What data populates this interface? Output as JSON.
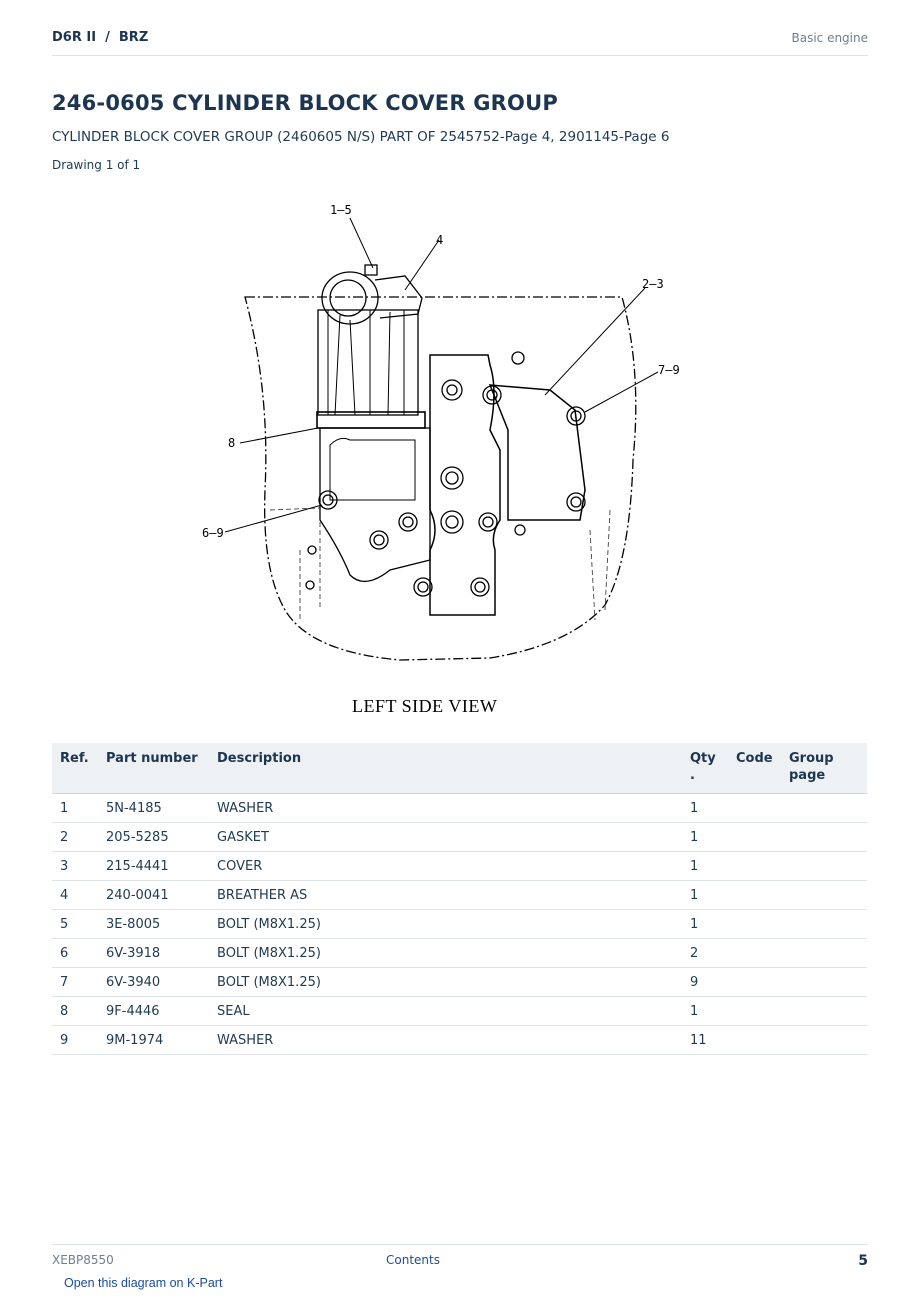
{
  "header": {
    "breadcrumb": "D6R II  /  BRZ",
    "section": "Basic engine"
  },
  "title": "246-0605 CYLINDER BLOCK COVER GROUP",
  "subtitle": "CYLINDER BLOCK COVER GROUP (2460605 N/S) PART OF 2545752-Page 4, 2901145-Page 6",
  "drawing_count": "Drawing 1 of 1",
  "diagram": {
    "view_label": "LEFT SIDE VIEW",
    "callouts": [
      "1–5",
      "4",
      "2–3",
      "7–9",
      "8",
      "6–9"
    ]
  },
  "table": {
    "headers": {
      "ref": "Ref.",
      "part_number": "Part number",
      "description": "Description",
      "qty": "Qty\n.",
      "code": "Code",
      "group_page": "Group\npage"
    },
    "rows": [
      {
        "ref": "1",
        "part_number": "5N-4185",
        "description": "WASHER",
        "qty": "1",
        "code": "",
        "group_page": ""
      },
      {
        "ref": "2",
        "part_number": "205-5285",
        "description": "GASKET",
        "qty": "1",
        "code": "",
        "group_page": ""
      },
      {
        "ref": "3",
        "part_number": "215-4441",
        "description": "COVER",
        "qty": "1",
        "code": "",
        "group_page": ""
      },
      {
        "ref": "4",
        "part_number": "240-0041",
        "description": "BREATHER AS",
        "qty": "1",
        "code": "",
        "group_page": ""
      },
      {
        "ref": "5",
        "part_number": "3E-8005",
        "description": "BOLT (M8X1.25)",
        "qty": "1",
        "code": "",
        "group_page": ""
      },
      {
        "ref": "6",
        "part_number": "6V-3918",
        "description": "BOLT (M8X1.25)",
        "qty": "2",
        "code": "",
        "group_page": ""
      },
      {
        "ref": "7",
        "part_number": "6V-3940",
        "description": "BOLT (M8X1.25)",
        "qty": "9",
        "code": "",
        "group_page": ""
      },
      {
        "ref": "8",
        "part_number": "9F-4446",
        "description": "SEAL",
        "qty": "1",
        "code": "",
        "group_page": ""
      },
      {
        "ref": "9",
        "part_number": "9M-1974",
        "description": "WASHER",
        "qty": "11",
        "code": "",
        "group_page": ""
      }
    ]
  },
  "footer": {
    "doc_id": "XEBP8550",
    "contents_link": "Contents",
    "page_number": "5"
  },
  "kpart_link": "Open this diagram on K-Part"
}
